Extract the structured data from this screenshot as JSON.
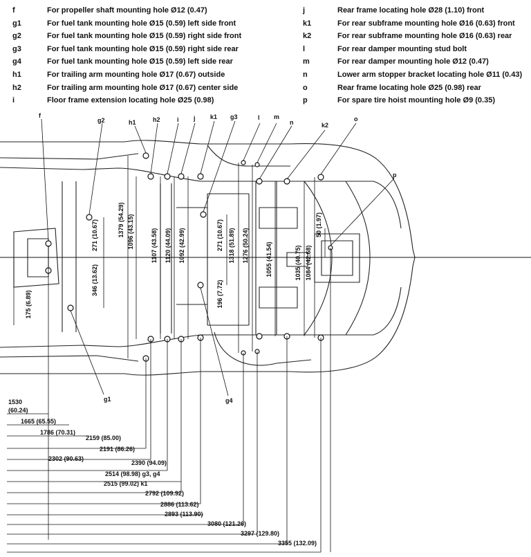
{
  "legend_left": [
    {
      "code": "f",
      "desc": "For propeller shaft mounting hole Ø12 (0.47)"
    },
    {
      "code": "g1",
      "desc": "For fuel tank mounting hole Ø15 (0.59) left side front"
    },
    {
      "code": "g2",
      "desc": "For fuel tank mounting hole Ø15 (0.59) right side front"
    },
    {
      "code": "g3",
      "desc": "For fuel tank mounting hole Ø15 (0.59) right side rear"
    },
    {
      "code": "g4",
      "desc": "For fuel tank mounting hole Ø15 (0.59) left side rear"
    },
    {
      "code": "h1",
      "desc": "For trailing arm mounting hole Ø17 (0.67) outside"
    },
    {
      "code": "h2",
      "desc": "For trailing arm mounting hole Ø17 (0.67) center side"
    },
    {
      "code": "i",
      "desc": "Floor frame extension locating hole Ø25 (0.98)"
    }
  ],
  "legend_right": [
    {
      "code": "j",
      "desc": "Rear frame locating hole Ø28 (1.10) front"
    },
    {
      "code": "k1",
      "desc": "For rear subframe mounting hole Ø16 (0.63) front"
    },
    {
      "code": "k2",
      "desc": "For rear subframe mounting hole Ø16 (0.63) rear"
    },
    {
      "code": "l",
      "desc": "For rear damper mounting stud bolt"
    },
    {
      "code": "m",
      "desc": "For rear damper mounting hole Ø12 (0.47)"
    },
    {
      "code": "n",
      "desc": "Lower arm stopper bracket locating hole Ø11 (0.43)"
    },
    {
      "code": "o",
      "desc": "Rear frame locating hole Ø25 (0.98) rear"
    },
    {
      "code": "p",
      "desc": "For spare tire hoist mounting hole Ø9 (0.35)"
    }
  ],
  "callouts": [
    "f",
    "g2",
    "h1",
    "h2",
    "i",
    "j",
    "k1",
    "g3",
    "l",
    "m",
    "n",
    "k2",
    "o",
    "p",
    "g1",
    "g4"
  ],
  "vertical_dims": [
    "175 (6.89)",
    "271 (10.67)",
    "346 (13.62)",
    "1379 (54.29)",
    "1096 (43.15)",
    "1107 (43.58)",
    "1120 (44.09)",
    "1092 (42.99)",
    "271 (10.67)",
    "196 (7.72)",
    "1318 (51.89)",
    "1276 (50.24)",
    "1055 (41.54)",
    "1035 (40.75)",
    "1084 (42.68)",
    "50 (1.97)"
  ],
  "horizontal_dims": [
    "1530",
    "(60.24)",
    "1665 (65.55)",
    "1786 (70.31)",
    "2159 (85.00)",
    "2191 (86.26)",
    "2302 (90.63)",
    "2390 (94.09)",
    "2514 (98.98) g3, g4",
    "2515 (99.02) k1",
    "2792 (109.92)",
    "2886 (113.62)",
    "2893 (113.90)",
    "3080 (121.26)",
    "3297 (129.80)",
    "3355 (132.09)"
  ]
}
